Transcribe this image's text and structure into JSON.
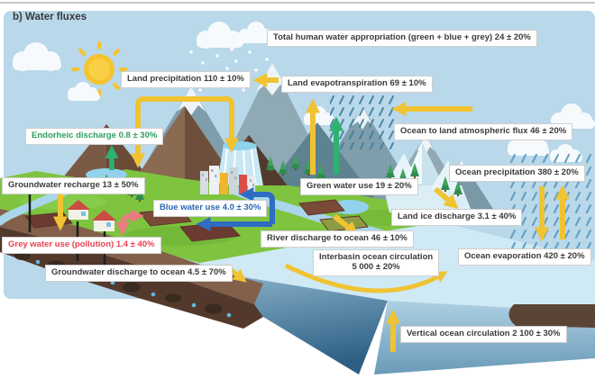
{
  "title": "b) Water fluxes",
  "labels": {
    "total_human_water_appropriation": "Total human water appropriation (green + blue + grey) 24 ± 20%",
    "land_precipitation": "Land precipitation 110 ± 10%",
    "land_evapotranspiration": "Land evapotranspiration 69 ± 10%",
    "ocean_to_land_atmospheric_flux": "Ocean to land atmospheric flux 46 ± 20%",
    "endorheic_discharge": "Endorheic discharge 0.8 ± 30%",
    "groundwater_recharge": "Groundwater recharge 13 ± 50%",
    "blue_water_use": "Blue water use 4.0 ± 30%",
    "green_water_use": "Green water use 19 ± 20%",
    "ocean_precipitation": "Ocean precipitation 380 ± 20%",
    "land_ice_discharge": "Land ice discharge 3.1 ± 40%",
    "grey_water_use": "Grey water use (pollution) 1.4 ± 40%",
    "river_discharge_to_ocean": "River discharge to ocean 46 ± 10%",
    "interbasin_ocean_circulation_line1": "Interbasin ocean circulation",
    "interbasin_ocean_circulation_line2": "5 000 ± 20%",
    "ocean_evaporation": "Ocean evaporation 420 ± 20%",
    "groundwater_discharge_to_ocean": "Groundwater discharge to ocean 4.5 ± 70%",
    "vertical_ocean_circulation": "Vertical ocean circulation 2 100 ± 30%"
  },
  "colors": {
    "sky": "#b9d8ea",
    "arrow_yellow": "#f0c332",
    "arrow_green": "#2cb271",
    "arrow_blue": "#2f6cc4",
    "arrow_red": "#ec7b80",
    "label_text_green": "#2ba05f",
    "label_text_blue": "#2a66b8",
    "label_text_red": "#e8414e",
    "ocean_surface": "#cfe9f5",
    "land_green": "#7ec43f",
    "soil_brown": "#83604a"
  }
}
